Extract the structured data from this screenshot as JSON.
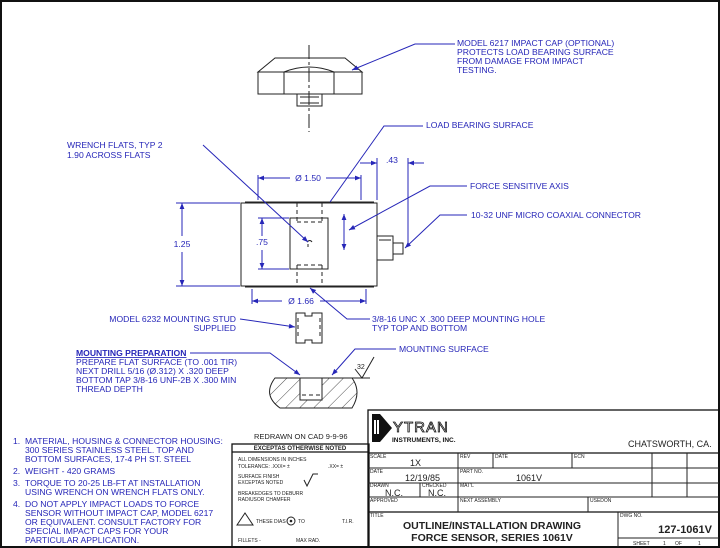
{
  "callouts": {
    "impact_cap": [
      "MODEL 6217 IMPACT CAP (OPTIONAL)",
      "PROTECTS LOAD BEARING SURFACE",
      "FROM DAMAGE FROM IMPACT",
      "TESTING."
    ],
    "load_bearing": "LOAD BEARING SURFACE",
    "wrench_flats": [
      "WRENCH FLATS, TYP 2",
      "1.90 ACROSS FLATS"
    ],
    "force_axis": "FORCE SENSITIVE AXIS",
    "connector": "10-32 UNF MICRO COAXIAL CONNECTOR",
    "mounting_hole": [
      "3/8-16 UNC  X  .300 DEEP MOUNTING HOLE",
      "TYP TOP AND BOTTOM"
    ],
    "stud": [
      "MODEL 6232 MOUNTING STUD",
      "SUPPLIED"
    ],
    "mounting_surface": "MOUNTING SURFACE",
    "mounting_prep_title": "MOUNTING PREPARATION",
    "mounting_prep": [
      "PREPARE FLAT SURFACE (TO .001 TIR)",
      "NEXT DRILL  5/16 (Ø.312) X .320 DEEP",
      "BOTTOM TAP 3/8-16 UNF-2B X .300 MIN",
      "THREAD DEPTH"
    ],
    "finish": "32"
  },
  "dimensions": {
    "dia_top": "Ø 1.50",
    "dia_bottom": "Ø 1.66",
    "height": "1.25",
    "window": ".75",
    "connector_len": ".43"
  },
  "notes": [
    [
      "1.",
      "MATERIAL, HOUSING & CONNECTOR HOUSING:",
      "300 SERIES STAINLESS STEEL. TOP AND",
      "BOTTOM SURFACES, 17-4 PH ST. STEEL"
    ],
    [
      "2.",
      "WEIGHT - 420 GRAMS"
    ],
    [
      "3.",
      "TORQUE TO 20-25 LB-FT AT INSTALLATION",
      "USING WRENCH ON WRENCH FLATS ONLY."
    ],
    [
      "4.",
      "DO NOT APPLY IMPACT LOADS TO FORCE",
      "SENSOR WITHOUT IMPACT CAP, MODEL 6217",
      "OR EQUIVALENT. CONSULT FACTORY FOR",
      "SPECIAL IMPACT CAPS FOR YOUR",
      "PARTICULAR APPLICATION."
    ]
  ],
  "tolerance_box": {
    "redrawn": "REDRAWN ON CAD 9-9-96",
    "header": "EXCEPTAS OTHERWISE NOTED",
    "dims": "ALL DIMENSIONS IN INCHES",
    "tolerance": "TOLERANCE: .XXX= ±",
    "tolerance2": ".XX= ±",
    "finish1": "SURFACE FINISH",
    "finish2": "EXCEPTAS NOTED",
    "edges1": "BREAKEDGES TO DEBURR",
    "edges2": "RADIUSOR CHAMFER",
    "these_dias": "THESE DIAS",
    "to": "TO",
    "tir": "T.I.R.",
    "fillets": "FILLETS -",
    "max_rad": "MAX RAD."
  },
  "title_block": {
    "company": "YTRAN",
    "company_sub": "INSTRUMENTS, INC.",
    "location": "CHATSWORTH,  CA.",
    "scale_label": "SCALE",
    "scale": "1X",
    "rev_label": "REV",
    "date_label": "DATE",
    "ecn_label": "ECN",
    "date_label2": "DATE",
    "date": "12/19/85",
    "part_label": "PART NO.",
    "part": "1061V",
    "drawn_label": "DRAWN",
    "drawn": "N.C.",
    "checked_label": "CHECKED",
    "checked": "N.C.",
    "matl_label": "MAT'L",
    "approved_label": "APPROVED",
    "next_assembly_label": "NEXT ASSEMBLY",
    "usedon_label": "USEDON",
    "title_label": "TITLE",
    "title1": "OUTLINE/INSTALLATION DRAWING",
    "title2": "FORCE SENSOR, SERIES 1061V",
    "dwg_label": "DWG NO.",
    "dwg": "127-1061V",
    "sheet_label": "SHEET",
    "sheet": "1",
    "of_label": "OF",
    "sheets": "1"
  }
}
